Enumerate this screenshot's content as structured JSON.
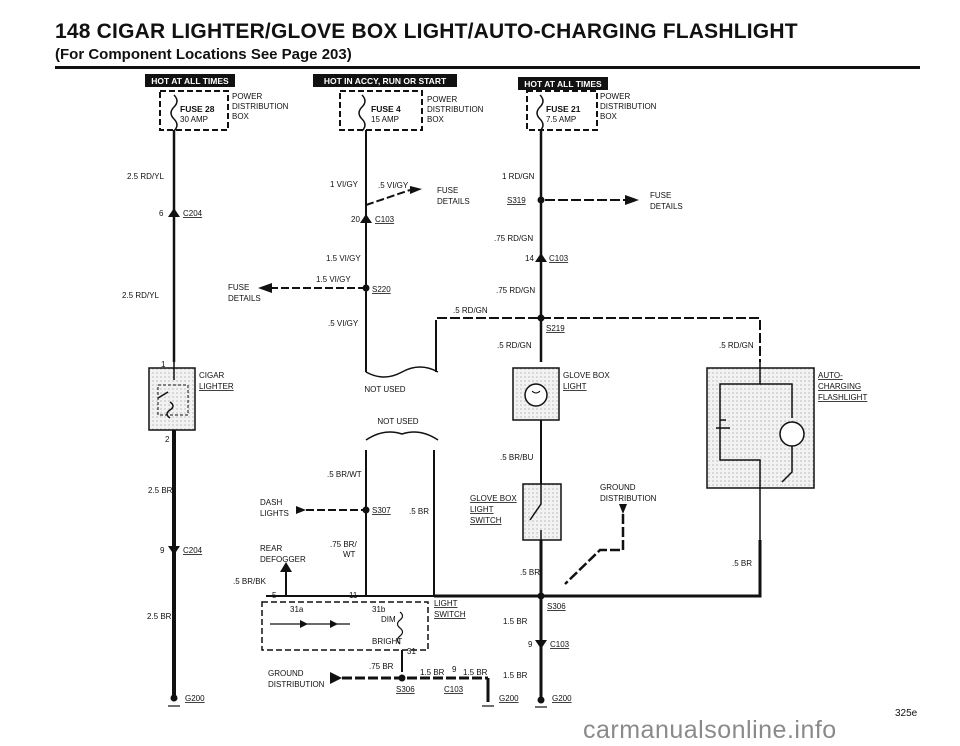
{
  "page": {
    "title": "148  CIGAR LIGHTER/GLOVE BOX LIGHT/AUTO-CHARGING FLASHLIGHT",
    "subtitle": "(For Component Locations See Page 203)",
    "code": "325e",
    "watermark": "carmanualsonline.info"
  },
  "power_boxes": [
    {
      "header": "HOT AT ALL TIMES",
      "fuse": "FUSE 28",
      "amp": "30 AMP",
      "dist": [
        "POWER",
        "DISTRIBUTION",
        "BOX"
      ]
    },
    {
      "header": "HOT IN ACCY, RUN OR START",
      "fuse": "FUSE 4",
      "amp": "15 AMP",
      "dist": [
        "POWER",
        "DISTRIBUTION",
        "BOX"
      ]
    },
    {
      "header": "HOT AT ALL TIMES",
      "fuse": "FUSE 21",
      "amp": "7.5 AMP",
      "dist": [
        "POWER",
        "DISTRIBUTION",
        "BOX"
      ]
    }
  ],
  "left_circuit": {
    "wire_top": "2.5 RD/YL",
    "conn_a_pin": "6",
    "conn_a": "C204",
    "wire_mid": "2.5 RD/YL",
    "pin_top": "1",
    "component": [
      "CIGAR",
      "LIGHTER"
    ],
    "pin_bottom": "2",
    "wire_br1": "2.5 BR",
    "conn_b_pin": "9",
    "conn_b": "C204",
    "wire_br2": "2.5 BR",
    "ground": "G200"
  },
  "middle_circuit": {
    "wire_1": "1 VI/GY",
    "wire_fuse": ".5 VI/GY",
    "fuse_details_1": [
      "FUSE",
      "DETAILS"
    ],
    "conn_pin": "20",
    "conn": "C103",
    "wire_2": "1.5 VI/GY",
    "wire_3": "1.5 VI/GY",
    "fuse_details_2": [
      "FUSE",
      "DETAILS"
    ],
    "splice": "S220",
    "wire_4": ".5 VI/GY",
    "not_used_1": "NOT USED",
    "not_used_2": "NOT USED",
    "wire_5": ".5 BR/WT",
    "dash_lights": [
      "DASH",
      "LIGHTS"
    ],
    "splice_2": "S307",
    "wire_6": ".5 BR",
    "rear_defogger": [
      "REAR",
      "DEFOGGER"
    ],
    "wire_7": ".75 BR/",
    "wire_7b": "WT",
    "wire_8": ".5 BR/BK",
    "pin_5": "5",
    "pin_11": "11",
    "term_31a": "31a",
    "term_31b": "31b",
    "dim": "DIM",
    "bright": "BRIGHT",
    "term_31": "31",
    "light_switch": [
      "LIGHT",
      "SWITCH"
    ],
    "wire_9": ".75 BR",
    "ground_dist": [
      "GROUND",
      "DISTRIBUTION"
    ],
    "splice_3": "S306",
    "pin_9": "9",
    "wire_10": "1.5 BR",
    "wire_11": "1.5 BR",
    "conn_c": "C103",
    "ground": "G200"
  },
  "right_circuit": {
    "wire_1": "1 RD/GN",
    "splice": "S319",
    "fuse_details": [
      "FUSE",
      "DETAILS"
    ],
    "wire_2": ".75 RD/GN",
    "conn_pin": "14",
    "conn": "C103",
    "wire_3": ".75 RD/GN",
    "wire_4": ".5 RD/GN",
    "splice_2": "S219",
    "wire_5": ".5 RD/GN",
    "wire_6": ".5 RD/GN",
    "glove_box_light": [
      "GLOVE BOX",
      "LIGHT"
    ],
    "flashlight": [
      "AUTO-",
      "CHARGING",
      "FLASHLIGHT"
    ],
    "wire_7": ".5 BR/BU",
    "glove_box_switch": [
      "GLOVE BOX",
      "LIGHT",
      "SWITCH"
    ],
    "ground_dist": [
      "GROUND",
      "DISTRIBUTION"
    ],
    "wire_8": ".5 BR",
    "wire_9": ".5 BR",
    "splice_3": "S306",
    "wire_10": "1.5 BR",
    "conn_pin_2": "9",
    "conn_2": "C103",
    "wire_11": "1.5 BR",
    "ground_1": "G200",
    "ground_2": "G200"
  },
  "colors": {
    "ink": "#111111",
    "header_bg": "#111111",
    "header_text": "#ffffff",
    "shade": "#d8d8d8"
  }
}
